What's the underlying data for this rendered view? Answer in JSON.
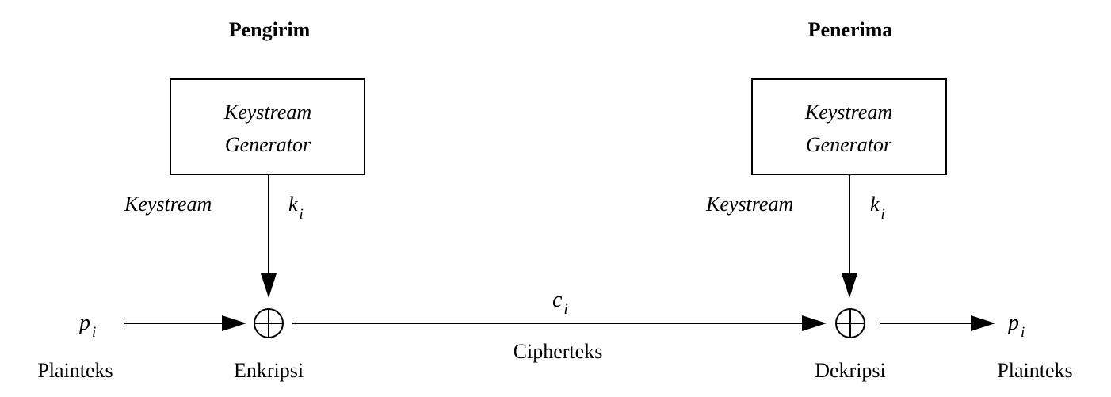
{
  "headings": {
    "sender": "Pengirim",
    "receiver": "Penerima"
  },
  "sender": {
    "generator_line1": "Keystream",
    "generator_line2": "Generator",
    "keystream_label": "Keystream",
    "key_symbol": "k",
    "key_subscript": "i",
    "input_symbol": "p",
    "input_subscript": "i",
    "input_caption": "Plainteks",
    "xor_symbol": "⊕",
    "xor_caption": "Enkripsi"
  },
  "channel": {
    "symbol": "c",
    "subscript": "i",
    "caption": "Cipherteks"
  },
  "receiver": {
    "generator_line1": "Keystream",
    "generator_line2": "Generator",
    "keystream_label": "Keystream",
    "key_symbol": "k",
    "key_subscript": "i",
    "xor_symbol": "⊕",
    "xor_caption": "Dekripsi",
    "output_symbol": "p",
    "output_subscript": "i",
    "output_caption": "Plainteks"
  }
}
